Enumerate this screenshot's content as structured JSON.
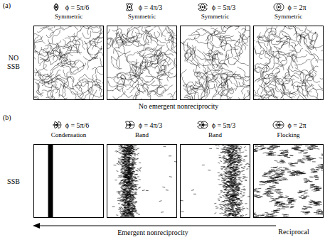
{
  "diagram": {
    "nodes": [
      {
        "text": [
          "ϕ = 5π/6",
          "Symmetric"
        ]
      },
      {
        "text": [
          "ϕ = 4π/3",
          "Symmetric"
        ]
      },
      {
        "text": [
          "ϕ = 5π/3",
          "Symmetric"
        ]
      },
      {
        "text": [
          "ϕ = 2π",
          "Symmetric"
        ]
      },
      {
        "text": [
          "ϕ = 5π/6",
          "Condensation"
        ]
      },
      {
        "text": [
          "ϕ = 4π/3",
          "Band"
        ]
      },
      {
        "text": [
          "ϕ = 5π/3",
          "Band"
        ]
      },
      {
        "text": [
          "ϕ = 2π",
          "Flocking"
        ]
      }
    ],
    "labels": [
      "(a)",
      "NO SSB",
      "No emergent nonreciprocity",
      "(b)",
      "SSB",
      "Emergent nonreciprocity",
      "Reciprocal"
    ]
  }
}
